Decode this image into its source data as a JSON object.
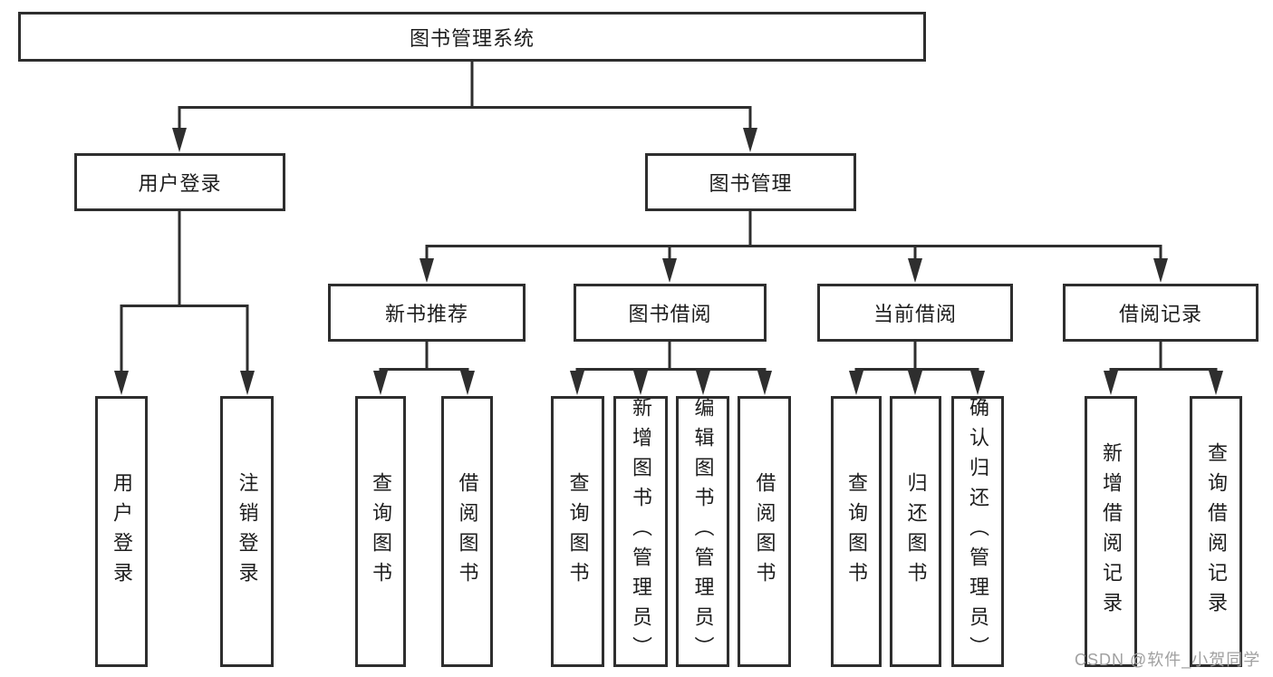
{
  "colors": {
    "line": "#2e2e2e",
    "text": "#1d1d1d",
    "background": "#ffffff",
    "watermark": "#a0a0a0"
  },
  "watermark": "CSDN @软件_小贺同学",
  "nodes": {
    "root": "图书管理系统",
    "user_login": "用户登录",
    "book_management": "图书管理",
    "new_book_recommend": "新书推荐",
    "book_borrow": "图书借阅",
    "current_borrow": "当前借阅",
    "borrow_records": "借阅记录",
    "leaf_user_login": "用户登录",
    "leaf_logout": "注销登录",
    "leaf_query_book_recommend": "查询图书",
    "leaf_borrow_book_recommend": "借阅图书",
    "leaf_query_book_borrow": "查询图书",
    "leaf_add_book_admin": "新增图书（管理员）",
    "leaf_edit_book_admin": "编辑图书（管理员）",
    "leaf_borrow_book_borrow": "借阅图书",
    "leaf_query_book_current": "查询图书",
    "leaf_return_book": "归还图书",
    "leaf_confirm_return_admin": "确认归还（管理员）",
    "leaf_add_borrow_record": "新增借阅记录",
    "leaf_query_borrow_record": "查询借阅记录"
  }
}
